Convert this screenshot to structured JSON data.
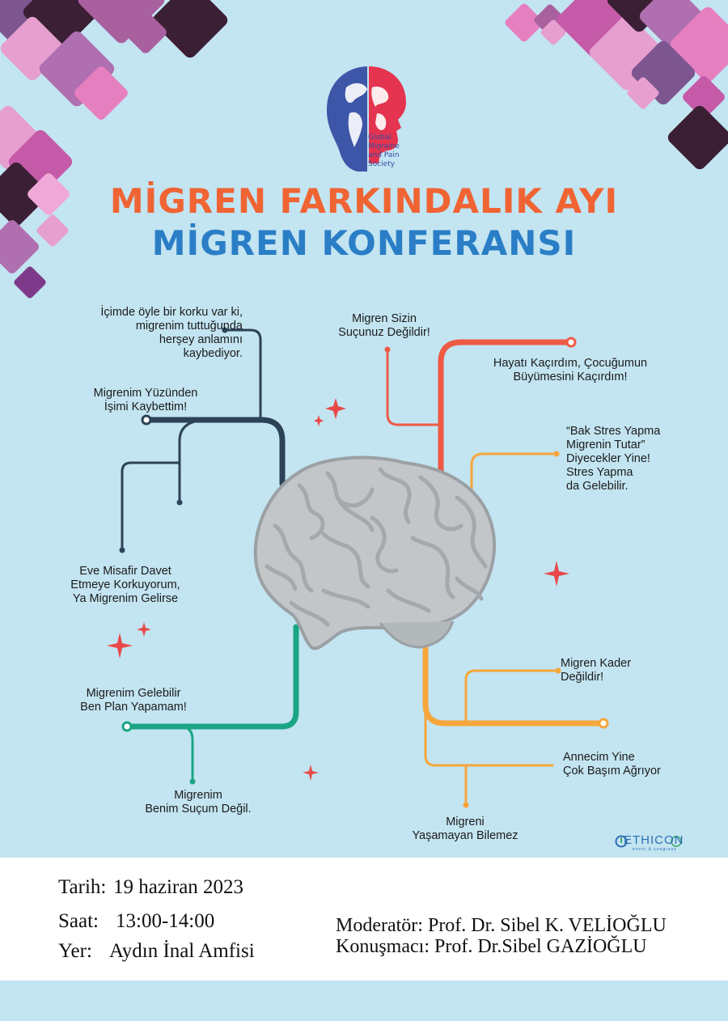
{
  "logo": {
    "lines": [
      "Global",
      "Migraine",
      "and Pain",
      "Society"
    ],
    "icon": "globe-head-icon"
  },
  "title": {
    "line1": "MİGREN FARKINDALIK AYI",
    "line2": "MİGREN KONFERANSI"
  },
  "colors": {
    "title1": "#f06434",
    "title2": "#2a7ec6",
    "navy_line": "#2b4257",
    "red_line": "#ee5a43",
    "orange_line": "#f6a63a",
    "green_line": "#1aa585",
    "background": "#c3e4f1",
    "sparkle": "#ea4848"
  },
  "quotes": {
    "korku": [
      "İçimde öyle bir korku var ki,",
      "migrenim tuttuğunda",
      "herşey anlamını",
      "kaybediyor."
    ],
    "isimi": [
      "Migrenim Yüzünden",
      "İşimi Kaybettim!"
    ],
    "misafir": [
      "Eve Misafir Davet",
      "Etmeye Korkuyorum,",
      "Ya Migrenim Gelirse"
    ],
    "plan": [
      "Migrenim Gelebilir",
      "Ben Plan Yapamam!"
    ],
    "sucum": [
      "Migrenim",
      "Benim Suçum Değil."
    ],
    "sizin": [
      "Migren Sizin",
      "Suçunuz Değildir!"
    ],
    "hayati": [
      "Hayatı Kaçırdım, Çocuğumun",
      "Büyümesini Kaçırdım!"
    ],
    "stres": [
      "“Bak Stres Yapma",
      "Migrenin Tutar”",
      "Diyecekler Yine!",
      "Stres Yapma",
      "da Gelebilir."
    ],
    "kader": [
      "Migren Kader",
      "Değildir!"
    ],
    "annecim": [
      "Annecim Yine",
      "Çok Başım Ağrıyor"
    ],
    "yasamayan": [
      "Migreni",
      "Yaşamayan Bilemez"
    ]
  },
  "sponsor": {
    "name": "ETHICON",
    "tagline": "event & congress"
  },
  "info": {
    "date_label": "Tarih:",
    "date_value": "19 haziran 2023",
    "time_label": "Saat:",
    "time_value": "13:00-14:00",
    "place_label": "Yer:",
    "place_value": "Aydın İnal Amfisi"
  },
  "credits": {
    "moderator": "Moderatör: Prof. Dr. Sibel K. VELİOĞLU",
    "speaker": "Konuşmacı: Prof. Dr.Sibel GAZİOĞLU"
  }
}
